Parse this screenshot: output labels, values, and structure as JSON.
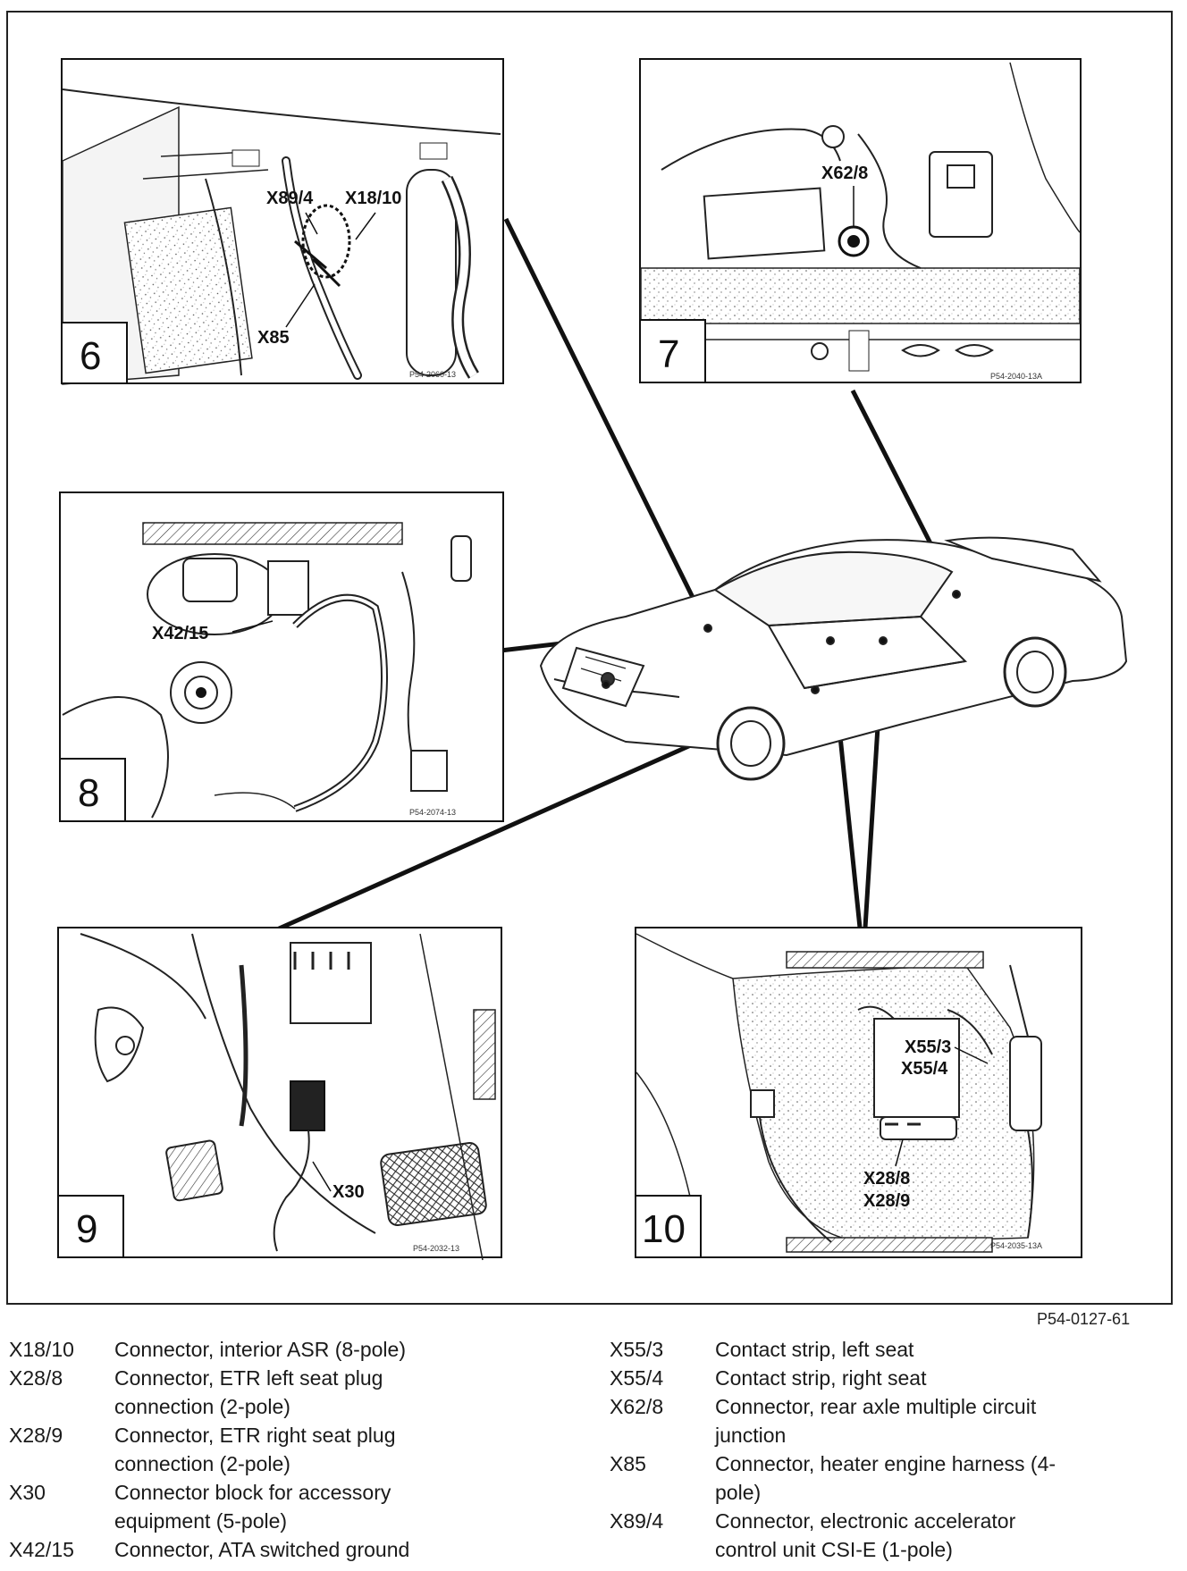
{
  "panels": [
    {
      "number": "6",
      "code": "P54-2060-13",
      "callouts": [
        "X89/4",
        "X18/10",
        "X85"
      ]
    },
    {
      "number": "7",
      "code": "P54-2040-13A",
      "callouts": [
        "X62/8"
      ]
    },
    {
      "number": "8",
      "code": "P54-2074-13",
      "callouts": [
        "X42/15"
      ]
    },
    {
      "number": "9",
      "code": "P54-2032-13",
      "callouts": [
        "X30"
      ]
    },
    {
      "number": "10",
      "code": "P54-2035-13A",
      "callouts": [
        "X55/3",
        "X55/4",
        "X28/8",
        "X28/9"
      ]
    }
  ],
  "figure_ref": "P54-0127-61",
  "legend_left": [
    {
      "code": "X18/10",
      "desc": "Connector, interior ASR (8-pole)"
    },
    {
      "code": "X28/8",
      "desc": "Connector, ETR left seat plug connection (2-pole)"
    },
    {
      "code": "X28/9",
      "desc": "Connector, ETR right seat plug connection (2-pole)"
    },
    {
      "code": "X30",
      "desc": "Connector block for accessory equipment (5-pole)"
    },
    {
      "code": "X42/15",
      "desc": "Connector, ATA switched ground"
    }
  ],
  "legend_right": [
    {
      "code": "X55/3",
      "desc": "Contact strip, left seat"
    },
    {
      "code": "X55/4",
      "desc": "Contact strip, right seat"
    },
    {
      "code": "X62/8",
      "desc": "Connector, rear axle multiple circuit junction"
    },
    {
      "code": "X85",
      "desc": "Connector, heater engine harness (4-pole)"
    },
    {
      "code": "X89/4",
      "desc": "Connector, electronic accelerator control unit CSI-E (1-pole)"
    }
  ]
}
